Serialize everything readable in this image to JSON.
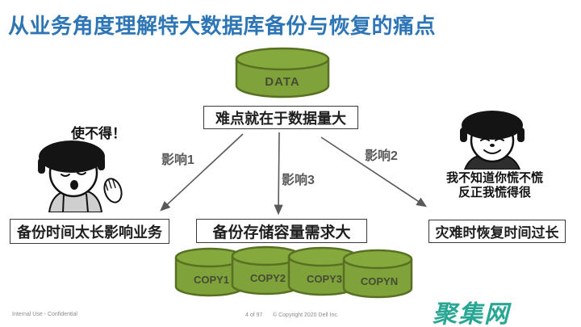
{
  "slide": {
    "title": "从业务角度理解特大数据库备份与恢复的痛点",
    "data_cylinder_label": "DATA",
    "difficulty_box": "难点就在于数据量大",
    "arrow_labels": [
      "影响1",
      "影响2",
      "影响3"
    ],
    "left_meme_caption": "使不得！",
    "right_meme_caption_line1": "我不知道你慌不慌",
    "right_meme_caption_line2": "反正我慌得很",
    "impact_boxes": [
      "备份时间太长影响业务",
      "备份存储容量需求大",
      "灾难时恢复时间过长"
    ],
    "copy_cylinders": [
      "COPY1",
      "COPY2",
      "COPY3",
      "COPYN"
    ],
    "footer": {
      "left": "Internal Use - Confidential",
      "page": "4 of 97",
      "copyright": "© Copyright 2020 Dell Inc."
    },
    "watermark": "聚集网",
    "colors": {
      "title_blue": "#2E75B6",
      "cylinder_green": "#7FA23A",
      "cylinder_stroke": "#587022",
      "arrow_gray": "#595959",
      "watermark_teal": "#2AA794"
    }
  }
}
